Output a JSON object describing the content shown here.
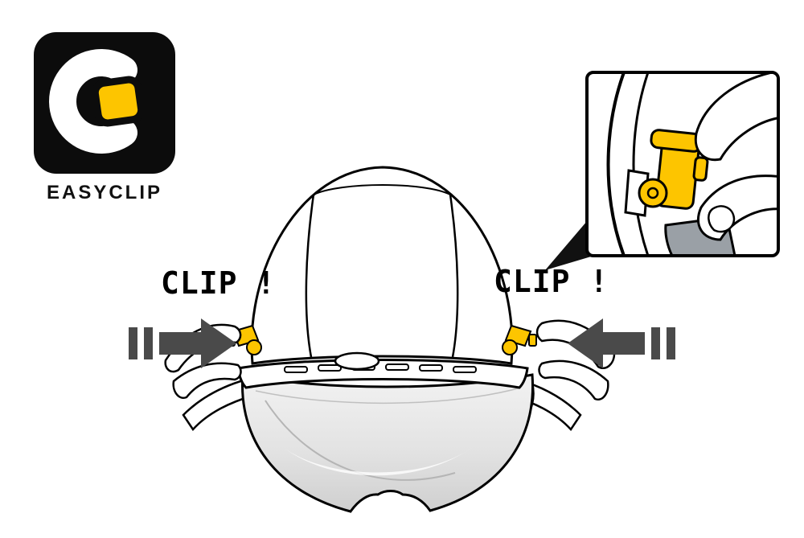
{
  "logo": {
    "label": "EASYCLIP"
  },
  "annotations": {
    "clip_left": "CLIP !",
    "clip_right": "CLIP !"
  },
  "colors": {
    "background": "#ffffff",
    "outline": "#000000",
    "logo_bg": "#0c0c0c",
    "logo_c": "#ffffff",
    "clip_yellow": "#fdc500",
    "arrow_gray": "#4a4a4a",
    "strap_gray": "#9aa0a6",
    "visor_light": "#fafafa",
    "visor_dark": "#cfcfcf"
  },
  "icons": {
    "easyclip_logo": "black-rounded-badge-with-white-C-and-yellow-clip",
    "push_arrow_left": "solid-right-pointing-arrow-with-motion-stripes",
    "push_arrow_right": "solid-left-pointing-arrow-with-motion-stripes",
    "detail_inset": "zoom-callout-box-showing-fingers-attaching-yellow-clip",
    "helmet": "top-view-helmet-with-eye-shield-and-side-clips"
  }
}
